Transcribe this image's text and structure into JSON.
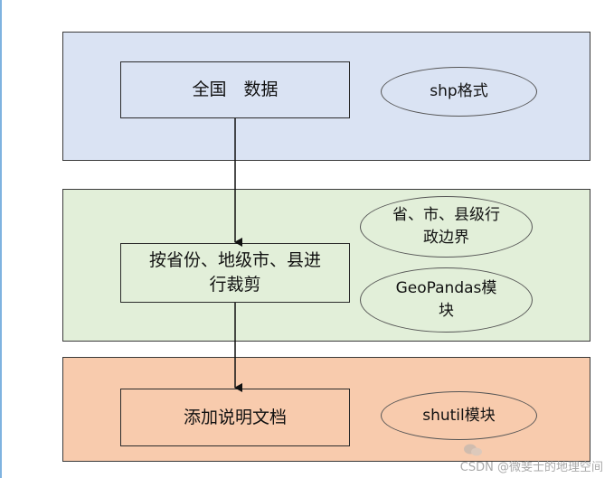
{
  "panels": [
    {
      "id": "data-source",
      "color": "#dae3f3"
    },
    {
      "id": "clipping",
      "color": "#e2efd9"
    },
    {
      "id": "documentation",
      "color": "#f8cbad"
    }
  ],
  "boxes": {
    "national_data": "全国　数据",
    "clip_by_region": "按省份、地级市、县进\n行裁剪",
    "add_docs": "添加说明文档"
  },
  "ellipses": {
    "shp_format": "shp格式",
    "admin_boundaries": "省、市、县级行\n政边界",
    "geopandas_module": "GeoPandas模\n块",
    "shutil_module": "shutil模块"
  },
  "watermark": {
    "text": "CSDN @微斐士的地理空间"
  }
}
